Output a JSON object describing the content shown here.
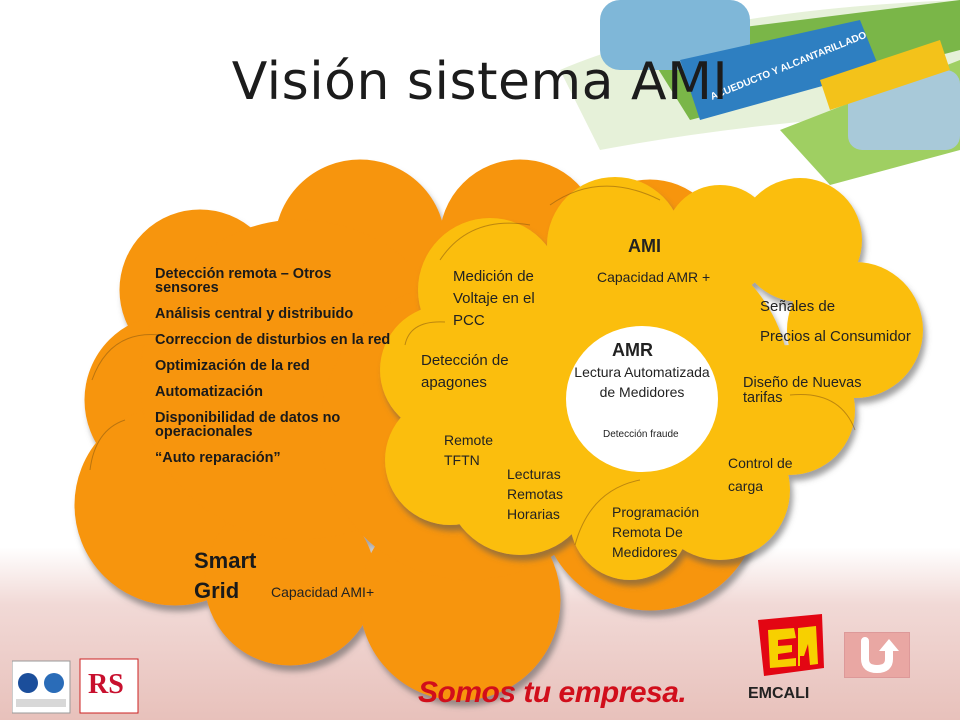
{
  "slide": {
    "title": "Visión sistema AMI",
    "slogan": "Somos tu empresa.",
    "brand": "EMCALI",
    "banner_text": "ACUEDUCTO Y ALCANTARILLADO"
  },
  "smart_grid": {
    "items": [
      "Detección remota – Otros sensores",
      "Análisis central y distribuido",
      "Correccion de disturbios en la red",
      "Optimización de la red",
      "Automatización",
      "Disponibilidad de datos no operacionales",
      "“Auto reparación”"
    ],
    "label": "Smart Grid",
    "capacity": "Capacidad AMI+"
  },
  "ami": {
    "label": "AMI",
    "capacity": "Capacidad AMR +",
    "voltage": "Medición de Voltaje en el PCC",
    "price_signals_1": "Señales de",
    "price_signals_2": "Precios al Consumidor",
    "outage": "Detección de apagones",
    "tariffs": "Diseño de Nuevas tarifas",
    "remote_tftn": "Remote TFTN",
    "load_control": "Control de carga",
    "hourly_reads": "Lecturas Remotas Horarias",
    "remote_programming": "Programación Remota De Medidores"
  },
  "amr": {
    "label": "AMR",
    "desc": "Lectura Automatizada de Medidores",
    "fraud": "Detección fraude"
  },
  "colors": {
    "orange": "#f7950b",
    "yellow": "#fbbe0d",
    "red": "#d10e1b"
  }
}
